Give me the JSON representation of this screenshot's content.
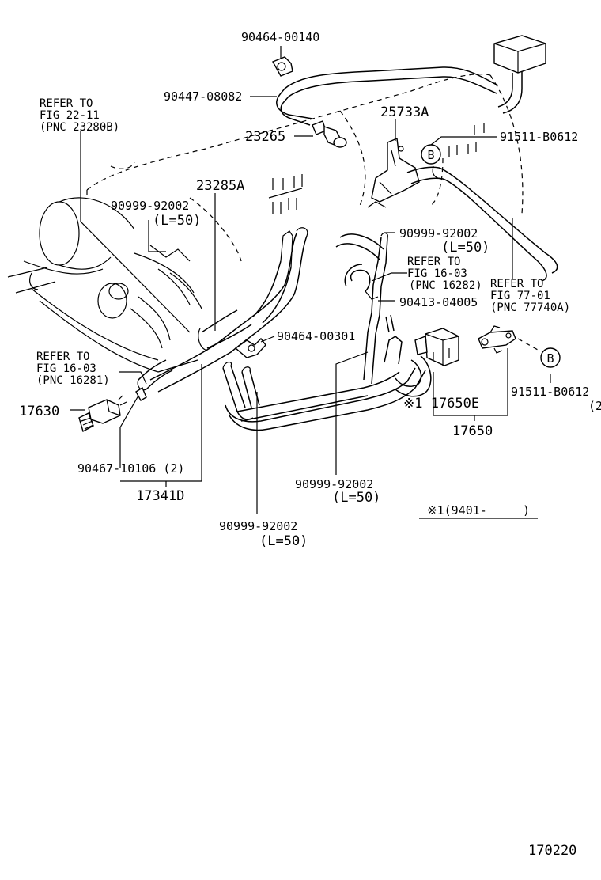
{
  "labels": {
    "p90464_00140": "90464-00140",
    "p90447_08082": "90447-08082",
    "refer_22_11_l1": "REFER TO",
    "refer_22_11_l2": "FIG 22-11",
    "refer_22_11_l3": "(PNC 23280B)",
    "p23265": "23265",
    "p25733A": "25733A",
    "p91511_B0612_top": "91511-B0612",
    "callout_b": "B",
    "p23285A": "23285A",
    "p90999_92002_a": "90999-92002",
    "l50_a": "(L=50)",
    "p90999_92002_b": "90999-92002",
    "l50_b": "(L=50)",
    "refer_16_03b_l1": "REFER TO",
    "refer_16_03b_l2": "FIG 16-03",
    "refer_16_03b_l3": "(PNC 16282)",
    "refer_77_01_l1": "REFER TO",
    "refer_77_01_l2": "FIG 77-01",
    "refer_77_01_l3": "(PNC 77740A)",
    "p90413_04005": "90413-04005",
    "p90464_00301": "90464-00301",
    "refer_16_03a_l1": "REFER TO",
    "refer_16_03a_l2": "FIG 16-03",
    "refer_16_03a_l3": "(PNC 16281)",
    "p17630": "17630",
    "p91511_B0612_bot": "91511-B0612",
    "qty_2_right": "(2",
    "p17650E": "※1 17650E",
    "p17650": "17650",
    "p90467_10106": "90467-10106 (2)",
    "p17341D": "17341D",
    "p90999_92002_c": "90999-92002",
    "l50_c": "(L=50)",
    "p90999_92002_d": "90999-92002",
    "l50_d": "(L=50)",
    "note_1": "※1(9401-     )",
    "fig_number": "170220"
  },
  "icons": {
    "callout": "circled-letter-b-icon",
    "sensor": "vacuum-switch-icon",
    "valve": "vsv-valve-icon",
    "filter": "filter-box-icon"
  },
  "colors": {
    "ink": "#000000",
    "paper": "#ffffff"
  }
}
